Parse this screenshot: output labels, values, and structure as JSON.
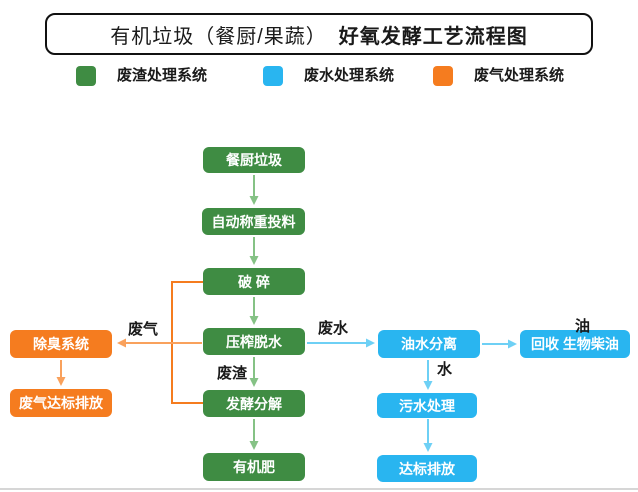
{
  "title": {
    "part1": "有机垃圾（餐厨/果蔬）",
    "part2": "好氧发酵工艺流程图"
  },
  "legend": [
    {
      "label": "废渣处理系统",
      "color": "#3f8c43"
    },
    {
      "label": "废水处理系统",
      "color": "#29b5f0"
    },
    {
      "label": "废气处理系统",
      "color": "#f57c1f"
    }
  ],
  "nodes": {
    "kitchen_waste": "餐厨垃圾",
    "auto_weigh_feed": "自动称重投料",
    "crushing": "破 碎",
    "press_dewater": "压榨脱水",
    "fermentation": "发酵分解",
    "organic_fertilizer": "有机肥",
    "deodorize_system": "除臭系统",
    "gas_standard_discharge": "废气达标排放",
    "oil_water_separation": "油水分离",
    "biodiesel_recovery": "回收 生物柴油",
    "sewage_treatment": "污水处理",
    "standard_discharge": "达标排放"
  },
  "edges": {
    "waste_gas": "废气",
    "waste_water": "废水",
    "waste_residue": "废渣",
    "oil": "油",
    "water": "水"
  },
  "connections": [
    {
      "from": "kitchen_waste",
      "to": "auto_weigh_feed",
      "label": ""
    },
    {
      "from": "auto_weigh_feed",
      "to": "crushing",
      "label": ""
    },
    {
      "from": "crushing",
      "to": "press_dewater",
      "label": ""
    },
    {
      "from": "press_dewater",
      "to": "fermentation",
      "label": "废渣"
    },
    {
      "from": "fermentation",
      "to": "organic_fertilizer",
      "label": ""
    },
    {
      "from": "crushing",
      "to": "deodorize_system",
      "label": "废气"
    },
    {
      "from": "press_dewater",
      "to": "deodorize_system",
      "label": "废气"
    },
    {
      "from": "fermentation",
      "to": "deodorize_system",
      "label": "废气"
    },
    {
      "from": "deodorize_system",
      "to": "gas_standard_discharge",
      "label": ""
    },
    {
      "from": "press_dewater",
      "to": "oil_water_separation",
      "label": "废水"
    },
    {
      "from": "oil_water_separation",
      "to": "biodiesel_recovery",
      "label": "油"
    },
    {
      "from": "oil_water_separation",
      "to": "sewage_treatment",
      "label": "水"
    },
    {
      "from": "sewage_treatment",
      "to": "standard_discharge",
      "label": ""
    }
  ],
  "colors": {
    "node_green": "#3f8c43",
    "node_blue": "#29b5f0",
    "node_orange": "#f57c1f",
    "arrow_green": "#85c285",
    "arrow_blue": "#6ed0f5",
    "arrow_orange_light": "#f9a15c",
    "arrow_orange_trunk": "#f57c1f",
    "title_border": "#111111",
    "text": "#1a1a1a"
  }
}
